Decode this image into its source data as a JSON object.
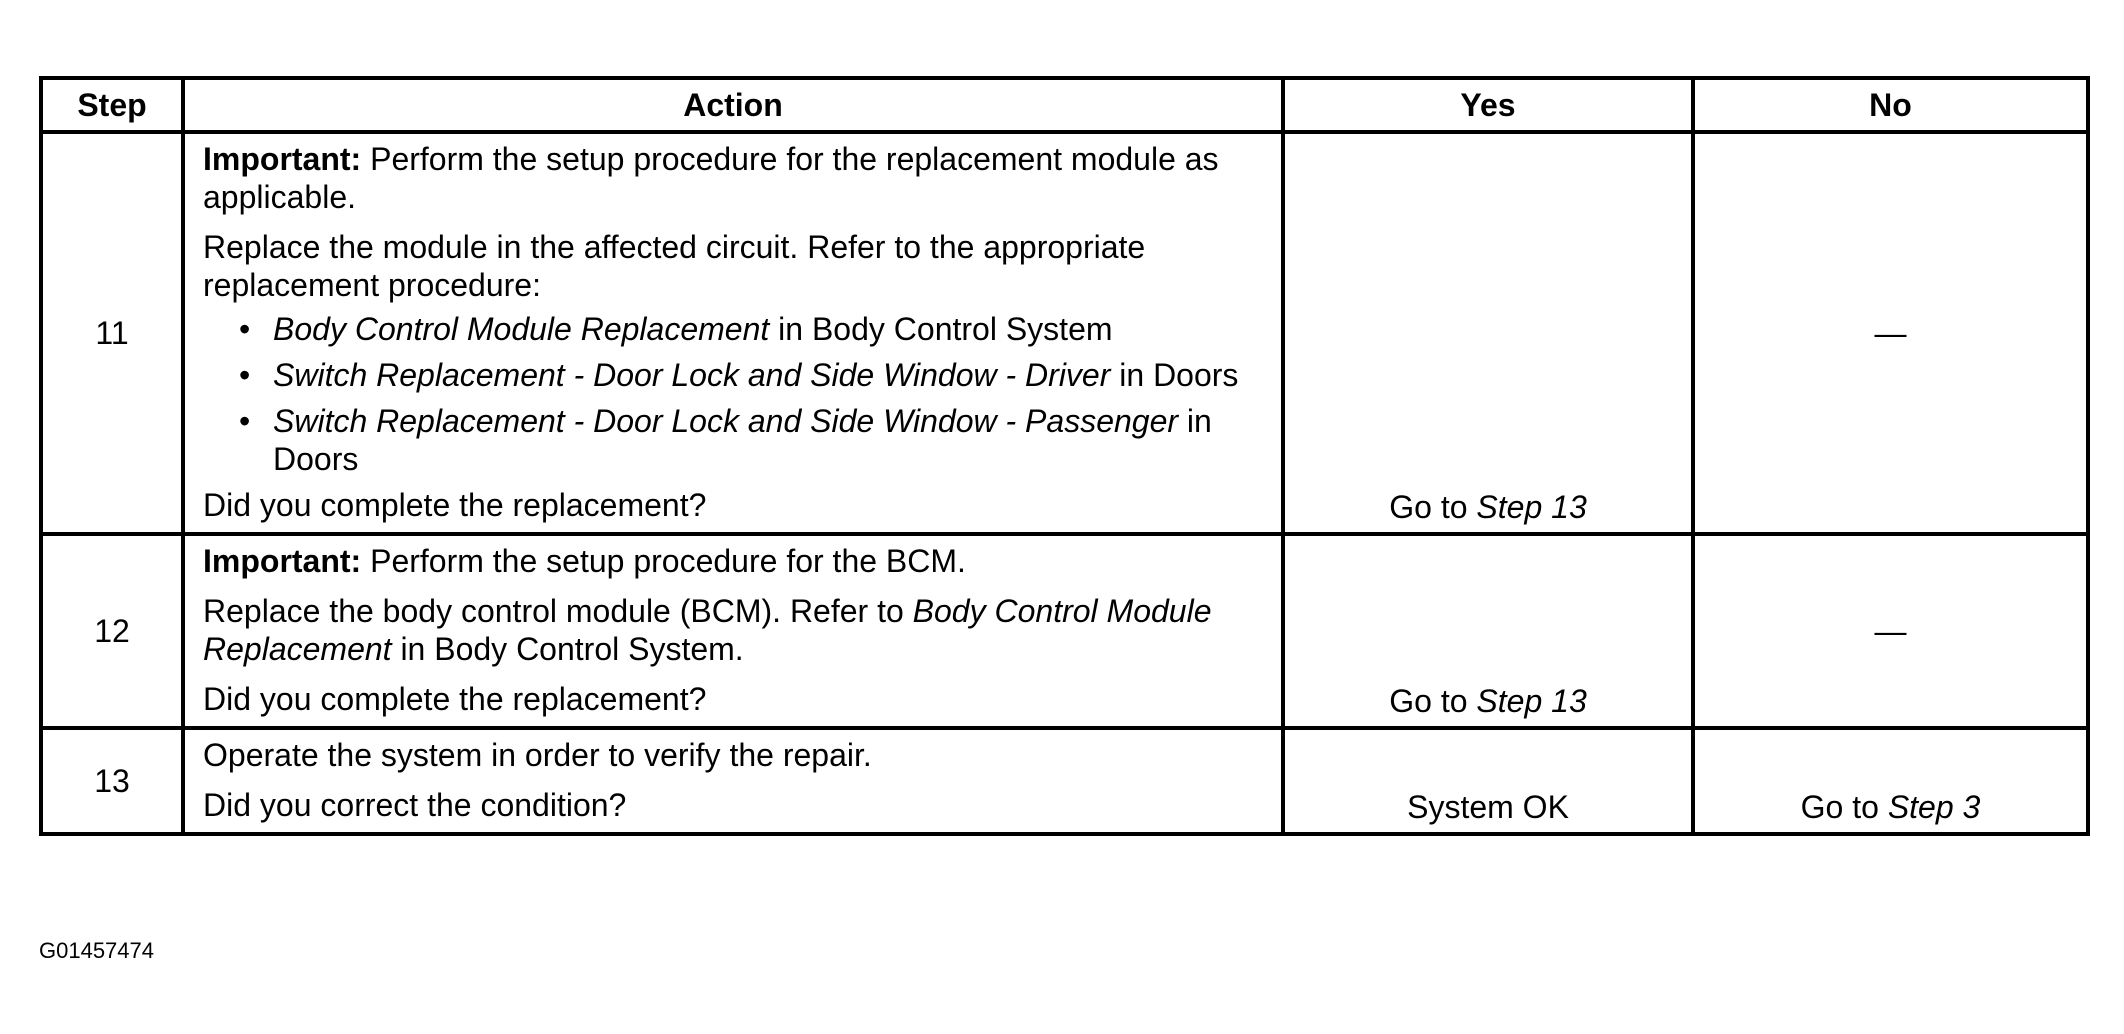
{
  "table": {
    "headers": {
      "step": "Step",
      "action": "Action",
      "yes": "Yes",
      "no": "No"
    },
    "rows": [
      {
        "step": "11",
        "important_label": "Important:",
        "important_text": " Perform the setup procedure for the replacement module as applicable.",
        "instruction": "Replace the module in the affected circuit. Refer to the appropriate replacement procedure:",
        "bullets": [
          {
            "bullet": "•",
            "italic": "Body Control Module Replacement",
            "plain": " in Body Control System"
          },
          {
            "bullet": "•",
            "italic": "Switch Replacement - Door Lock and Side Window - Driver",
            "plain": " in Doors"
          },
          {
            "bullet": "•",
            "italic": "Switch Replacement - Door Lock and Side Window - Passenger",
            "plain": " in Doors"
          }
        ],
        "question": "Did you complete the replacement?",
        "yes_prefix": "Go to ",
        "yes_italic": "Step 13",
        "no": "—"
      },
      {
        "step": "12",
        "important_label": "Important:",
        "important_text": " Perform the setup procedure for the BCM.",
        "instruction_plain": "Replace the body control module (BCM). Refer to ",
        "instruction_italic": "Body Control Module Replacement",
        "instruction_tail": " in Body Control System.",
        "question": "Did you complete the replacement?",
        "yes_prefix": "Go to ",
        "yes_italic": "Step 13",
        "no": "—"
      },
      {
        "step": "13",
        "instruction": "Operate the system in order to verify the repair.",
        "question": "Did you correct the condition?",
        "yes": "System OK",
        "no_prefix": "Go to ",
        "no_italic": "Step 3"
      }
    ]
  },
  "footer": {
    "figure_id": "G01457474"
  }
}
